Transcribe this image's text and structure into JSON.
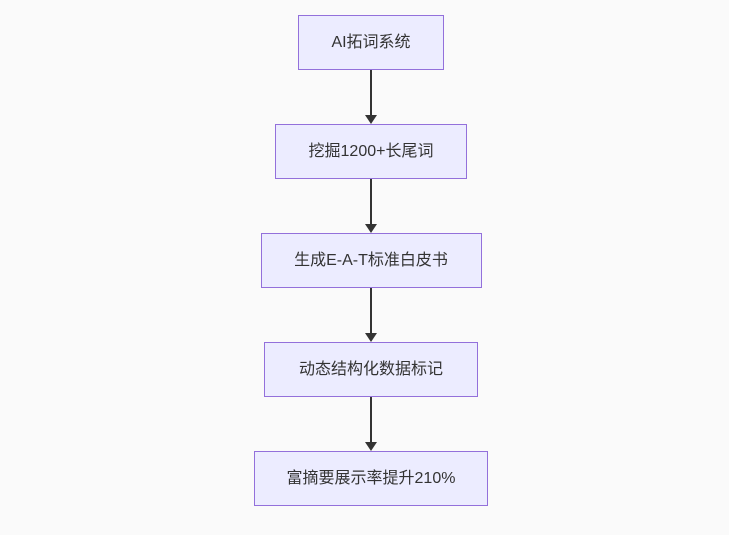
{
  "diagram": {
    "type": "flowchart",
    "direction": "top-down",
    "nodes": [
      {
        "label": "AI拓词系统"
      },
      {
        "label": "挖掘1200+长尾词"
      },
      {
        "label": "生成E-A-T标准白皮书"
      },
      {
        "label": "动态结构化数据标记"
      },
      {
        "label": "富摘要展示率提升210%"
      }
    ],
    "edges": [
      {
        "from": 0,
        "to": 1
      },
      {
        "from": 1,
        "to": 2
      },
      {
        "from": 2,
        "to": 3
      },
      {
        "from": 3,
        "to": 4
      }
    ],
    "colors": {
      "node_fill": "#ECECFF",
      "node_border": "#9370DB",
      "node_text": "#333333",
      "arrow": "#333333",
      "background": "#FAFAFA"
    }
  }
}
